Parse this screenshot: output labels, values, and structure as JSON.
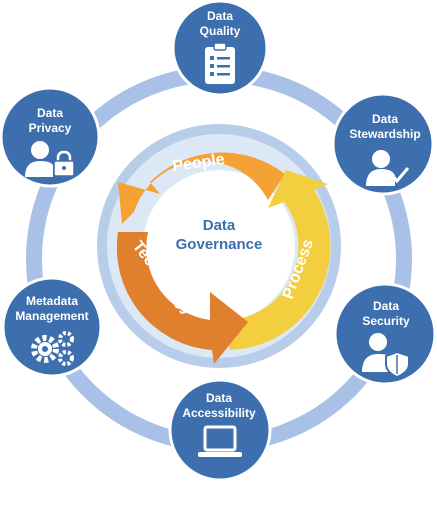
{
  "center": {
    "line1": "Data",
    "line2": "Governance"
  },
  "cycle": {
    "people": "People",
    "process": "Process",
    "technology": "Technology",
    "colors": {
      "people": "#f5a234",
      "process": "#f3cf3f",
      "technology": "#e07f2c"
    }
  },
  "nodes": {
    "quality": {
      "line1": "Data",
      "line2": "Quality",
      "icon": "clipboard-list-icon"
    },
    "stewardship": {
      "line1": "Data",
      "line2": "Stewardship",
      "icon": "user-check-icon"
    },
    "security": {
      "line1": "Data",
      "line2": "Security",
      "icon": "user-shield-icon"
    },
    "accessibility": {
      "line1": "Data",
      "line2": "Accessibility",
      "icon": "laptop-icon"
    },
    "metadata": {
      "line1": "Metadata",
      "line2": "Management",
      "icon": "gears-icon"
    },
    "privacy": {
      "line1": "Data",
      "line2": "Privacy",
      "icon": "user-lock-icon"
    }
  },
  "colors": {
    "node": "#3d6fae",
    "ring": "#a9c1e6",
    "inner_ring": "#b8cdea",
    "center_text": "#3d6fae"
  }
}
